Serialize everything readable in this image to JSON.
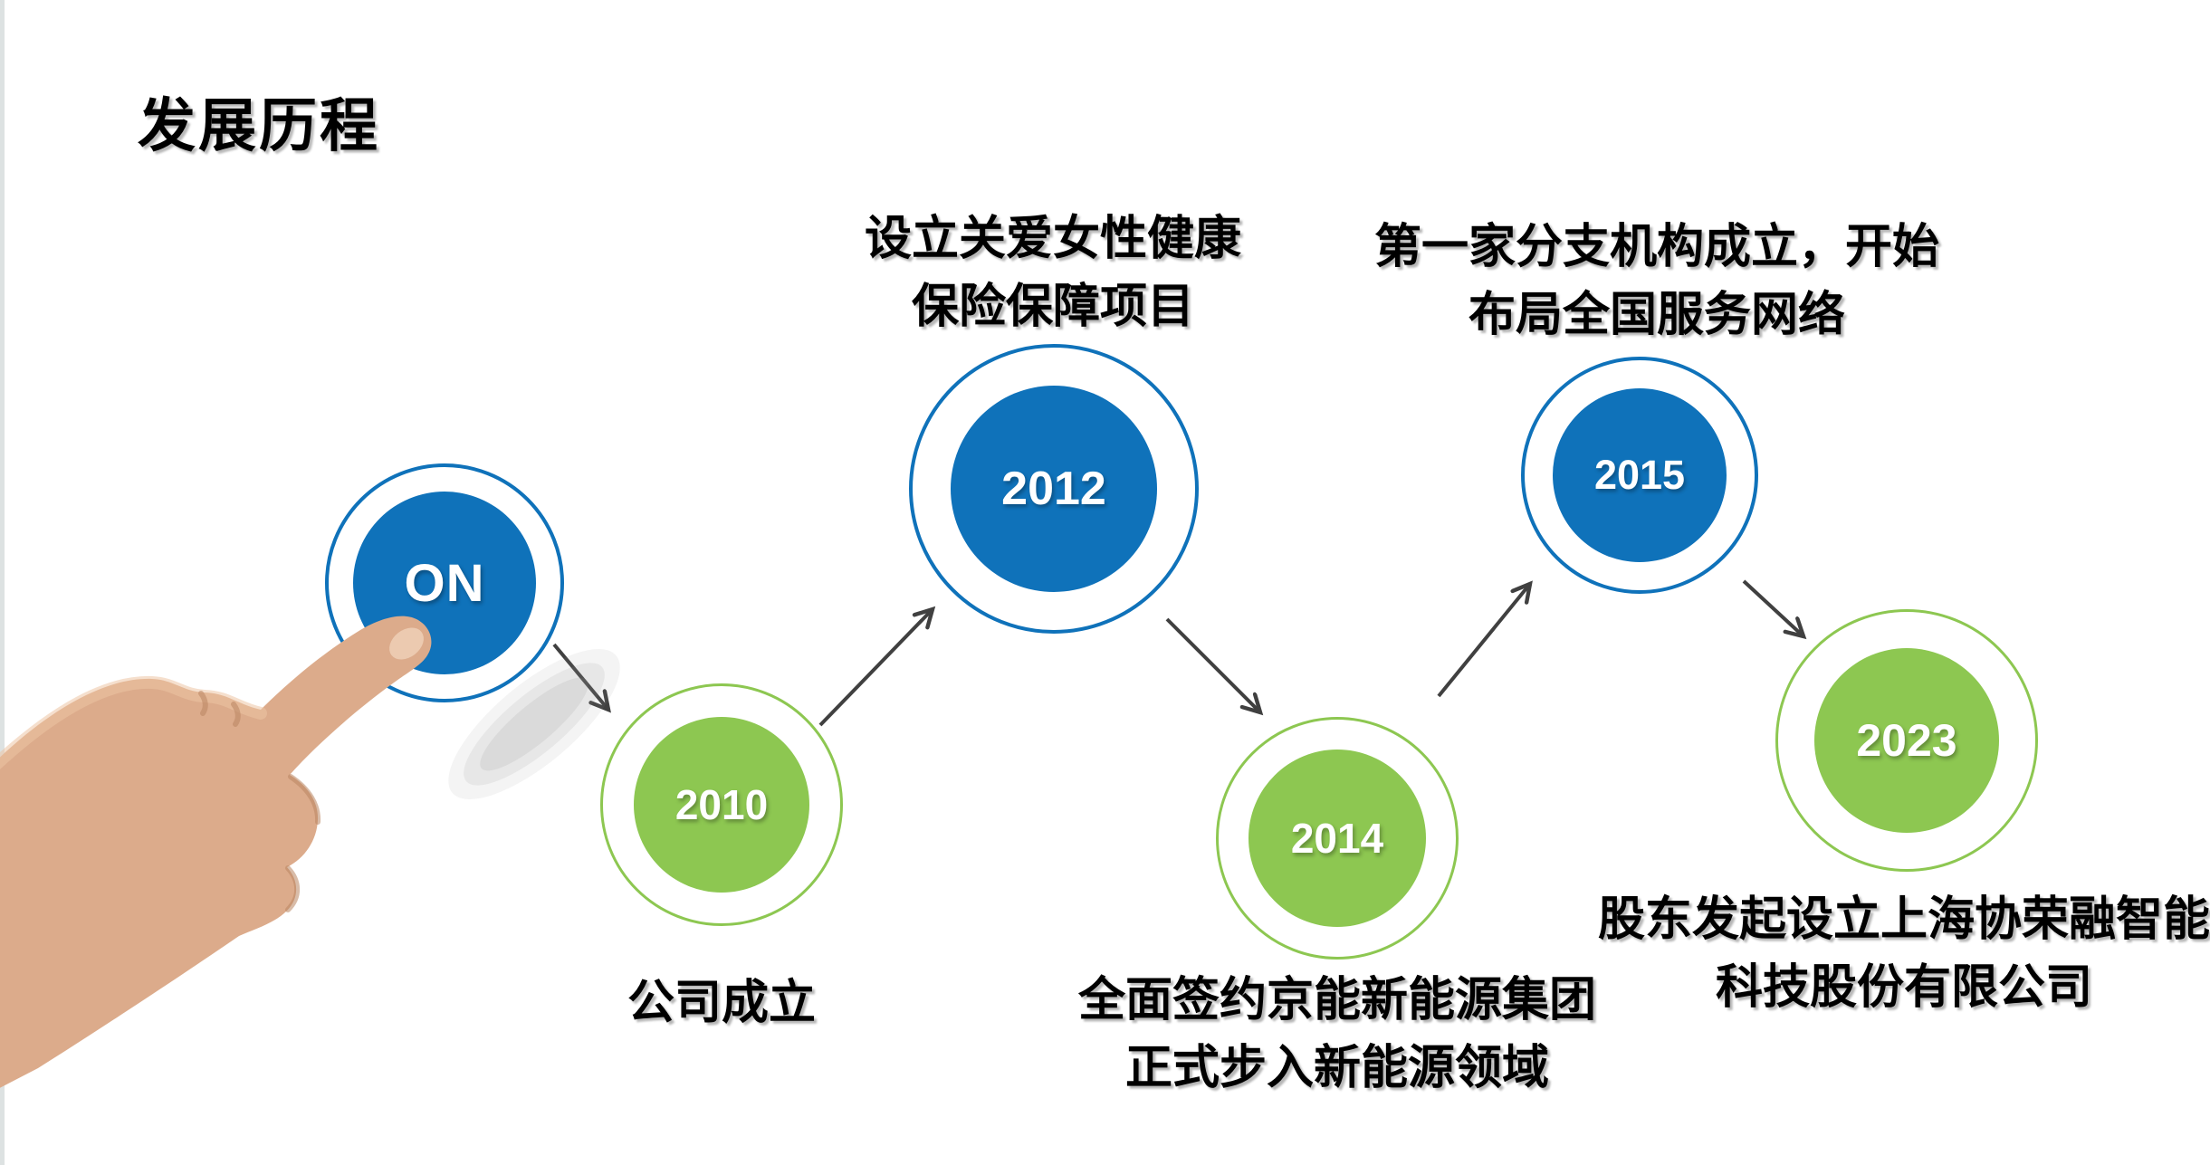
{
  "slide": {
    "title": "发展历程",
    "colors": {
      "background": "#ffffff",
      "blue": "#0f72ba",
      "green": "#8dc751",
      "arrow": "#404040",
      "caption_text": "#000000",
      "year_text": "#ffffff",
      "hand_skin": "#dcab8b"
    },
    "icons": {
      "hand": "pointing-hand"
    },
    "timeline": {
      "flow": [
        "on",
        "2010",
        "2012",
        "2014",
        "2015",
        "2023"
      ],
      "nodes": [
        {
          "id": "on",
          "label": "ON",
          "color": "blue"
        },
        {
          "id": "2010",
          "label": "2010",
          "color": "green",
          "caption_position": "below",
          "caption_lines": [
            "公司成立"
          ]
        },
        {
          "id": "2012",
          "label": "2012",
          "color": "blue",
          "caption_position": "above",
          "caption_lines": [
            "设立关爱女性健康",
            "保险保障项目"
          ]
        },
        {
          "id": "2014",
          "label": "2014",
          "color": "green",
          "caption_position": "below",
          "caption_lines": [
            "全面签约京能新能源集团",
            "正式步入新能源领域"
          ]
        },
        {
          "id": "2015",
          "label": "2015",
          "color": "blue",
          "caption_position": "above",
          "caption_lines": [
            "第一家分支机构成立，开始",
            "布局全国服务网络"
          ]
        },
        {
          "id": "2023",
          "label": "2023",
          "color": "green",
          "caption_position": "below",
          "caption_lines": [
            "股东发起设立上海协荣融智能",
            "科技股份有限公司"
          ]
        }
      ]
    }
  }
}
